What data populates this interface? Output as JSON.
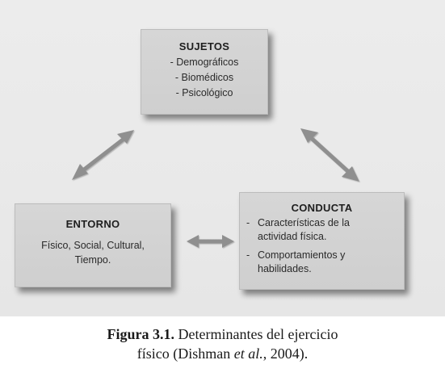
{
  "diagram": {
    "sujetos": {
      "title": "SUJETOS",
      "items": [
        "- Demográficos",
        "- Biomédicos",
        "- Psicológico"
      ]
    },
    "entorno": {
      "title": "ENTORNO",
      "lines": [
        "Físico, Social, Cultural,",
        "Tiempo."
      ]
    },
    "conducta": {
      "title": "CONDUCTA",
      "items": [
        {
          "dash": "-",
          "lines": [
            "Características de la",
            "actividad física."
          ]
        },
        {
          "dash": "-",
          "lines": [
            "Comportamientos y",
            "habilidades."
          ]
        }
      ]
    }
  },
  "caption": {
    "label": "Figura 3.1.",
    "text_part1": " Determinantes del ejercicio",
    "text_part2": "físico (Dishman ",
    "italic": "et al.",
    "text_part3": ", 2004)."
  },
  "colors": {
    "panel": "#e9e9e9",
    "box": "#d3d3d3",
    "arrow": "#8f8f8f"
  }
}
